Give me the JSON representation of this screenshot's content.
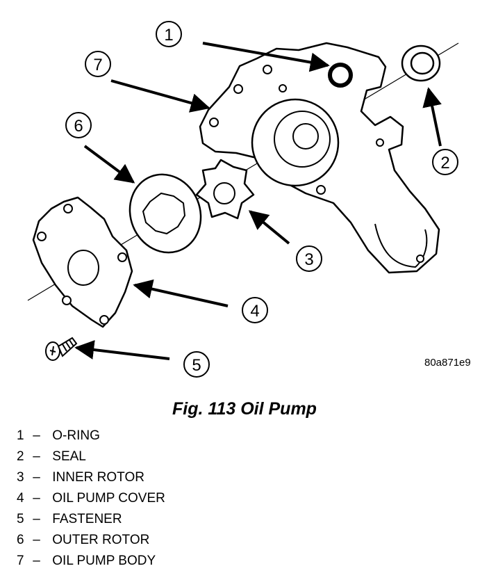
{
  "figure": {
    "caption": "Fig. 113 Oil Pump",
    "ref_code": "80a871e9"
  },
  "callouts": [
    {
      "number": "1",
      "label": "O-RING"
    },
    {
      "number": "2",
      "label": "SEAL"
    },
    {
      "number": "3",
      "label": "INNER ROTOR"
    },
    {
      "number": "4",
      "label": "OIL PUMP COVER"
    },
    {
      "number": "5",
      "label": "FASTENER"
    },
    {
      "number": "6",
      "label": "OUTER ROTOR"
    },
    {
      "number": "7",
      "label": "OIL PUMP BODY"
    }
  ],
  "legend_separator": "–"
}
